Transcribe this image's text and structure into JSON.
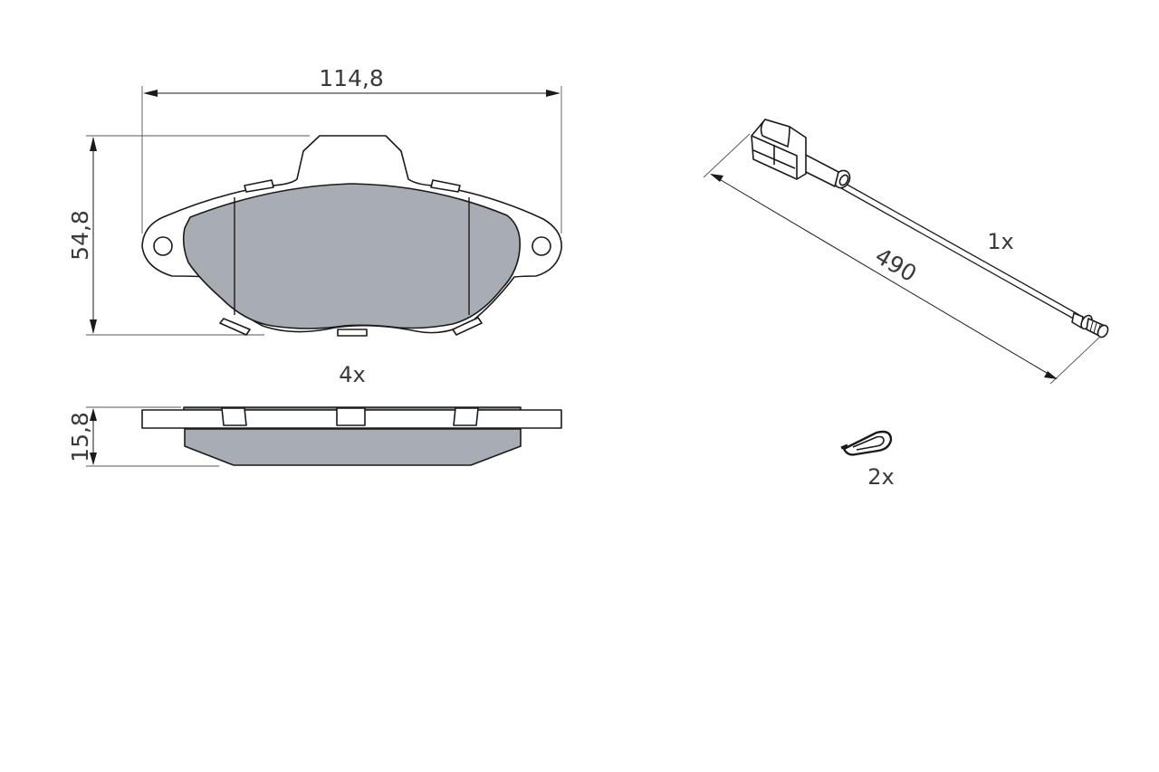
{
  "drawing": {
    "title": "Brake pad set technical drawing",
    "colors": {
      "friction_material": "#a8adb3",
      "line": "#1a1a1a",
      "text": "#3a3a3a",
      "background": "#ffffff"
    },
    "pad": {
      "width_dimension": "114,8",
      "height_dimension": "54,8",
      "thickness_dimension": "15,8",
      "quantity": "4x"
    },
    "wear_sensor": {
      "length_dimension": "490",
      "quantity": "1x"
    },
    "clip": {
      "quantity": "2x"
    }
  }
}
